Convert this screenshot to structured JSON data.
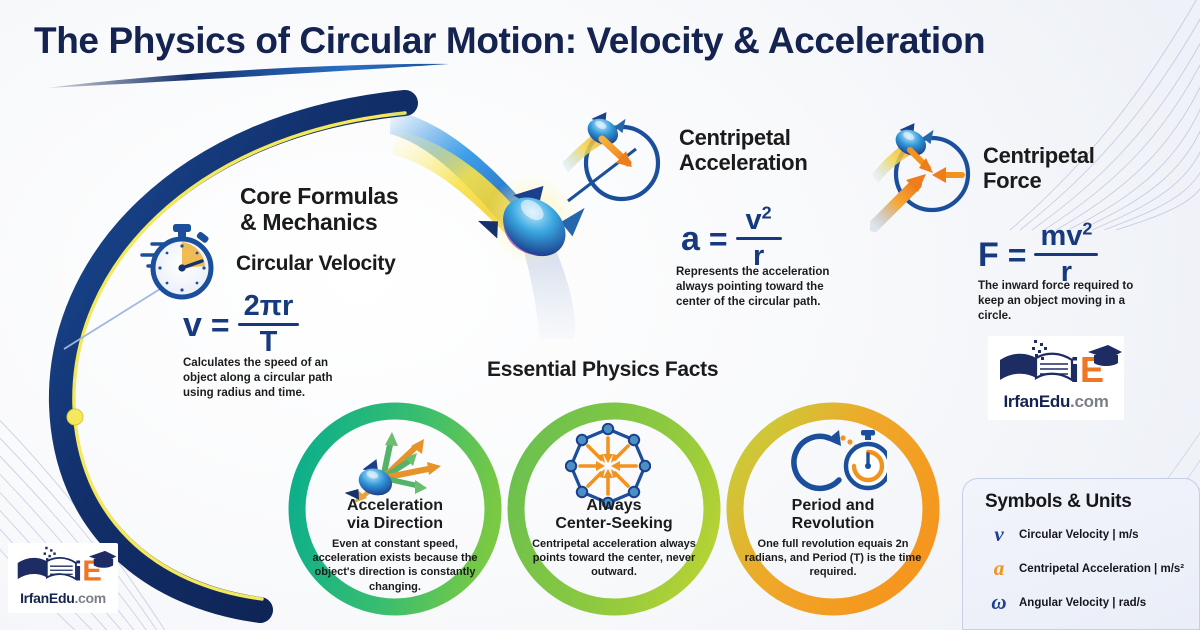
{
  "header": {
    "title": "The Physics of Circular Motion: Velocity & Acceleration"
  },
  "sections": {
    "core": {
      "heading": "Core Formulas\n& Mechanics",
      "heading_line1": "Core Formulas",
      "heading_line2": "& Mechanics",
      "subheading": "Circular Velocity",
      "formula": {
        "lhs": "v",
        "eq": "=",
        "numerator": "2πr",
        "denominator": "T"
      },
      "description": "Calculates the speed of an object along a circular path using radius and time.",
      "icon": "stopwatch-icon"
    },
    "centripetal_acceleration": {
      "heading_line1": "Centripetal",
      "heading_line2": "Acceleration",
      "formula": {
        "lhs": "a",
        "eq": "=",
        "numerator": "v",
        "numerator_sup": "2",
        "denominator": "r"
      },
      "description": "Represents the acceleration always pointing toward the center of the circular path.",
      "icon": "orbit-inward-arrow-icon"
    },
    "centripetal_force": {
      "heading_line1": "Centripetal",
      "heading_line2": "Force",
      "formula": {
        "lhs": "F",
        "eq": "=",
        "numerator": "mv",
        "numerator_sup": "2",
        "denominator": "r"
      },
      "description": "The inward force required to keep an object moving in a circle.",
      "icon": "orbit-inward-force-icon"
    }
  },
  "facts": {
    "heading": "Essential Physics Facts",
    "items": [
      {
        "title_line1": "Acceleration",
        "title_line2": "via Direction",
        "body": "Even at constant speed, acceleration exists because the object's direction is constantly changing.",
        "icon": "comet-direction-arrows-icon",
        "ring_color_start": "#0FB089",
        "ring_color_end": "#7AC943"
      },
      {
        "title_line1": "Always",
        "title_line2": "Center-Seeking",
        "body": "Centripetal acceleration always points toward the center, never outward.",
        "icon": "inward-arrows-polygon-icon",
        "ring_color_start": "#6CC14E",
        "ring_color_end": "#B5D234"
      },
      {
        "title_line1": "Period and",
        "title_line2": "Revolution",
        "body": "One full revolution equais 2n radians, and Period (T) is the time required.",
        "icon": "loop-stopwatch-icon",
        "ring_color_start": "#C9CC3A",
        "ring_color_end": "#F5961E"
      }
    ]
  },
  "symbols_panel": {
    "title": "Symbols & Units",
    "rows": [
      {
        "glyph": "v",
        "glyph_color": "#1C3F8F",
        "text": "Circular Velocity | m/s",
        "icon": "symbol-v-icon"
      },
      {
        "glyph": "a",
        "glyph_color": "#F0931E",
        "text": "Centripetal Acceleration | m/s²",
        "icon": "symbol-a-icon"
      },
      {
        "glyph": "ω",
        "glyph_color": "#1C3F8F",
        "text": "Angular Velocity | rad/s",
        "icon": "symbol-omega-icon"
      }
    ]
  },
  "branding": {
    "name": "IrfanEdu",
    "tld": ".com",
    "mark": "iE",
    "icon": "irfanedu-logo"
  },
  "theme": {
    "title_color": "#14234f",
    "formula_color": "#163a7d",
    "arc_dark": "#122C63",
    "arc_accent": "#F4E85C",
    "accent_orange": "#F0931E",
    "panel_border": "#c6cfe6"
  }
}
